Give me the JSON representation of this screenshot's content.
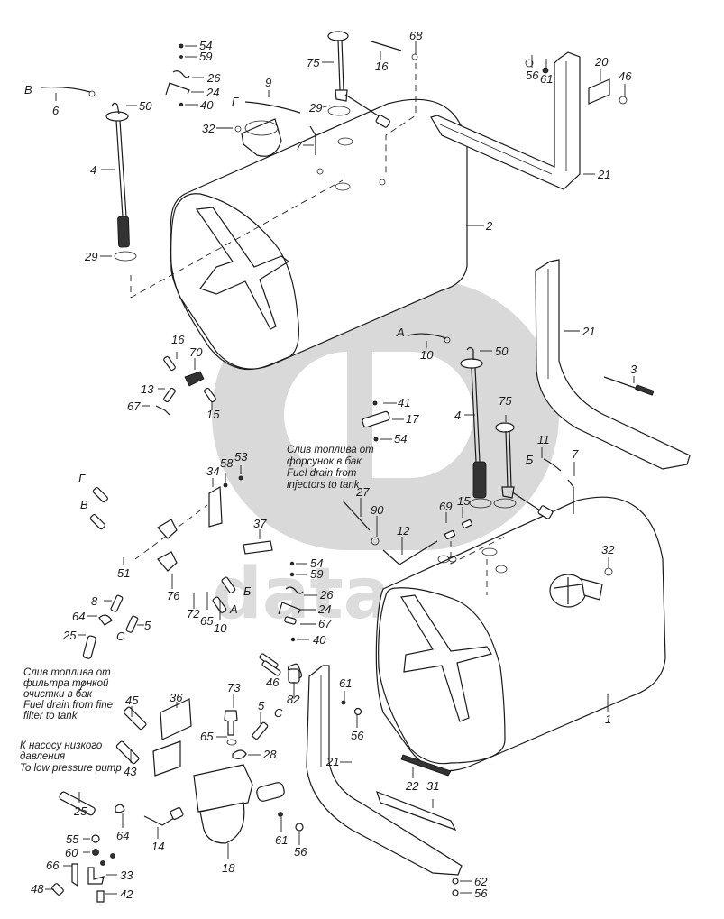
{
  "watermark": {
    "text": "data-parts",
    "color": "#d9d9d9"
  },
  "notes": {
    "injectors": [
      "Слив топлива от",
      "форсунок в бак",
      "Fuel drain from",
      "injectors to tank"
    ],
    "fine_filter": [
      "Слив топлива от",
      "фильтра тонкой",
      "очистки в бак",
      "Fuel drain from fine",
      "filter to tank"
    ],
    "low_pressure": [
      "К насосу низкого",
      "давления",
      "To low pressure pump"
    ]
  },
  "connection_letters": [
    "В",
    "Г",
    "А",
    "Б",
    "С"
  ],
  "callouts": [
    {
      "id": "54a",
      "text": "54"
    },
    {
      "id": "59a",
      "text": "59"
    },
    {
      "id": "26a",
      "text": "26"
    },
    {
      "id": "24a",
      "text": "24"
    },
    {
      "id": "40a",
      "text": "40"
    },
    {
      "id": "50a",
      "text": "50"
    },
    {
      "id": "6",
      "text": "6"
    },
    {
      "id": "Ba",
      "text": "В"
    },
    {
      "id": "4a",
      "text": "4"
    },
    {
      "id": "29a",
      "text": "29"
    },
    {
      "id": "29b",
      "text": "29"
    },
    {
      "id": "32a",
      "text": "32"
    },
    {
      "id": "9",
      "text": "9"
    },
    {
      "id": "Ga",
      "text": "Г"
    },
    {
      "id": "7a",
      "text": "7"
    },
    {
      "id": "75a",
      "text": "75"
    },
    {
      "id": "16a",
      "text": "16"
    },
    {
      "id": "68",
      "text": "68"
    },
    {
      "id": "56a",
      "text": "56"
    },
    {
      "id": "61a",
      "text": "61"
    },
    {
      "id": "20",
      "text": "20"
    },
    {
      "id": "46a",
      "text": "46"
    },
    {
      "id": "21a",
      "text": "21"
    },
    {
      "id": "2",
      "text": "2"
    },
    {
      "id": "21b",
      "text": "21"
    },
    {
      "id": "3",
      "text": "3"
    },
    {
      "id": "Aa",
      "text": "А"
    },
    {
      "id": "10a",
      "text": "10"
    },
    {
      "id": "50b",
      "text": "50"
    },
    {
      "id": "16b",
      "text": "16"
    },
    {
      "id": "70",
      "text": "70"
    },
    {
      "id": "13",
      "text": "13"
    },
    {
      "id": "67a",
      "text": "67"
    },
    {
      "id": "15a",
      "text": "15"
    },
    {
      "id": "41",
      "text": "41"
    },
    {
      "id": "17",
      "text": "17"
    },
    {
      "id": "54b",
      "text": "54"
    },
    {
      "id": "4b",
      "text": "4"
    },
    {
      "id": "75b",
      "text": "75"
    },
    {
      "id": "11",
      "text": "11"
    },
    {
      "id": "Bb",
      "text": "Б"
    },
    {
      "id": "7b",
      "text": "7"
    },
    {
      "id": "53",
      "text": "53"
    },
    {
      "id": "58",
      "text": "58"
    },
    {
      "id": "34",
      "text": "34"
    },
    {
      "id": "Gb",
      "text": "Г"
    },
    {
      "id": "Bc",
      "text": "В"
    },
    {
      "id": "27",
      "text": "27"
    },
    {
      "id": "90",
      "text": "90"
    },
    {
      "id": "12",
      "text": "12"
    },
    {
      "id": "69",
      "text": "69"
    },
    {
      "id": "15b",
      "text": "15"
    },
    {
      "id": "37",
      "text": "37"
    },
    {
      "id": "51",
      "text": "51"
    },
    {
      "id": "76",
      "text": "76"
    },
    {
      "id": "54c",
      "text": "54"
    },
    {
      "id": "59b",
      "text": "59"
    },
    {
      "id": "26b",
      "text": "26"
    },
    {
      "id": "24b",
      "text": "24"
    },
    {
      "id": "67b",
      "text": "67"
    },
    {
      "id": "40b",
      "text": "40"
    },
    {
      "id": "Bd",
      "text": "Б"
    },
    {
      "id": "Ab",
      "text": "А"
    },
    {
      "id": "72",
      "text": "72"
    },
    {
      "id": "65a",
      "text": "65"
    },
    {
      "id": "10b",
      "text": "10"
    },
    {
      "id": "8",
      "text": "8"
    },
    {
      "id": "64a",
      "text": "64"
    },
    {
      "id": "5a",
      "text": "5"
    },
    {
      "id": "Ca",
      "text": "С"
    },
    {
      "id": "25a",
      "text": "25"
    },
    {
      "id": "32b",
      "text": "32"
    },
    {
      "id": "1",
      "text": "1"
    },
    {
      "id": "46b",
      "text": "46"
    },
    {
      "id": "82",
      "text": "82"
    },
    {
      "id": "61b",
      "text": "61"
    },
    {
      "id": "56b",
      "text": "56"
    },
    {
      "id": "21c",
      "text": "21"
    },
    {
      "id": "45",
      "text": "45"
    },
    {
      "id": "36",
      "text": "36"
    },
    {
      "id": "73",
      "text": "73"
    },
    {
      "id": "5b",
      "text": "5"
    },
    {
      "id": "Cb",
      "text": "С"
    },
    {
      "id": "65b",
      "text": "65"
    },
    {
      "id": "28",
      "text": "28"
    },
    {
      "id": "43",
      "text": "43"
    },
    {
      "id": "25b",
      "text": "25"
    },
    {
      "id": "64b",
      "text": "64"
    },
    {
      "id": "14",
      "text": "14"
    },
    {
      "id": "18",
      "text": "18"
    },
    {
      "id": "61c",
      "text": "61"
    },
    {
      "id": "56c",
      "text": "56"
    },
    {
      "id": "22",
      "text": "22"
    },
    {
      "id": "31",
      "text": "31"
    },
    {
      "id": "55",
      "text": "55"
    },
    {
      "id": "60",
      "text": "60"
    },
    {
      "id": "66",
      "text": "66"
    },
    {
      "id": "33",
      "text": "33"
    },
    {
      "id": "48",
      "text": "48"
    },
    {
      "id": "42",
      "text": "42"
    },
    {
      "id": "62",
      "text": "62"
    },
    {
      "id": "56d",
      "text": "56"
    }
  ]
}
